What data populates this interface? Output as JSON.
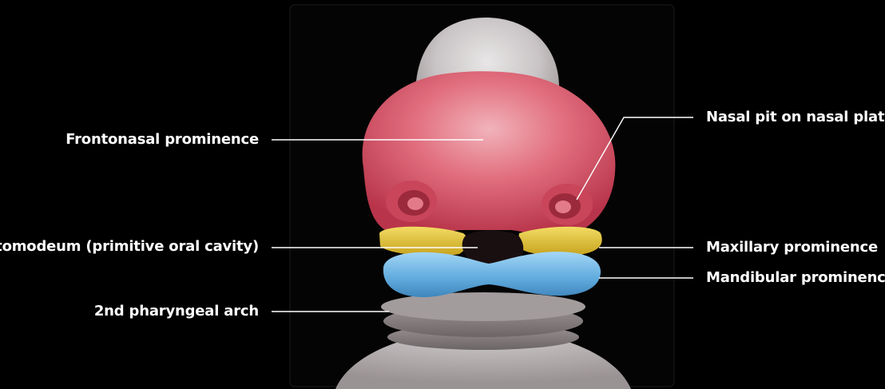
{
  "labels": {
    "frontonasal": "Frontonasal prominence",
    "nasal_pit": "Nasal pit on nasal plate",
    "stomodeum": "Stomodeum (primitive oral cavity)",
    "maxillary": "Maxillary prominence",
    "mandibular": "Mandibular prominence",
    "pharyngeal": "2nd pharyngeal arch"
  },
  "colors": {
    "background": "#000000",
    "frontonasal": "#d94a5c",
    "maxillary": "#e6c531",
    "mandibular": "#6cb6e6",
    "pharyngeal": "#b0aaaa",
    "head_top": "#d9d6d6",
    "leader_line": "#ffffff"
  }
}
